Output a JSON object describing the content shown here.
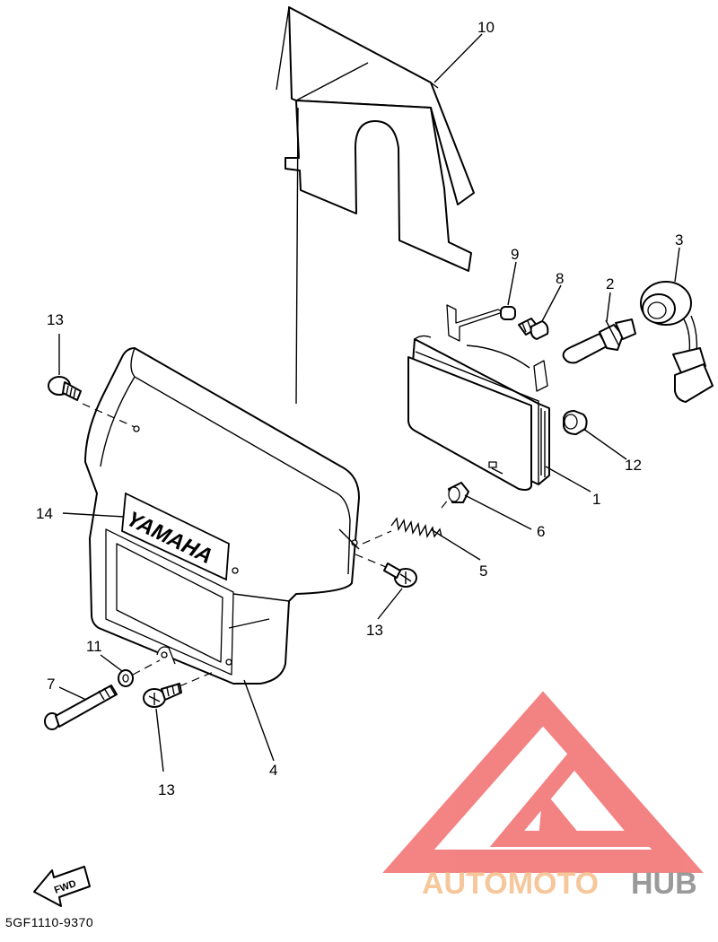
{
  "diagram": {
    "code": "5GF1110-9370",
    "brand_label": "YAMAHA",
    "fwd_label": "FWD",
    "callouts": {
      "c1": "1",
      "c2": "2",
      "c3": "3",
      "c4": "4",
      "c5": "5",
      "c6": "6",
      "c7": "7",
      "c8": "8",
      "c9": "9",
      "c10": "10",
      "c11": "11",
      "c12": "12",
      "c13a": "13",
      "c13b": "13",
      "c13c": "13",
      "c14": "14"
    }
  },
  "watermark": {
    "part1": "AUTOMOTO",
    "part2": "HUB",
    "color1": "#f6c79b",
    "color2": "#9a9a9a",
    "logo_color": "#f26d6d"
  }
}
